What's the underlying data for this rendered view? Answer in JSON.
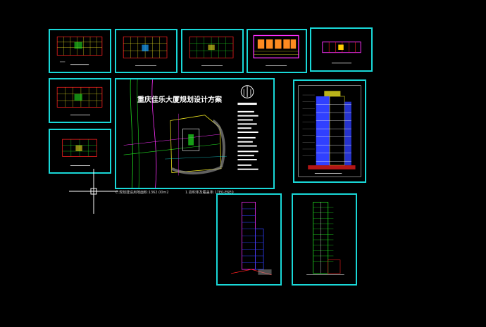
{
  "canvas": {
    "background": "#000000"
  },
  "colors": {
    "frame": "#19d8d8",
    "red_line": "#ff2020",
    "yellow_line": "#e8e020",
    "green_line": "#20e020",
    "magenta_line": "#ff30ff",
    "blue_fill": "#3040ff",
    "white_text": "#ffffff"
  },
  "drawings": {
    "main_title": "重庆佳乐大厦规划设计方案"
  },
  "notes": {
    "left": "C.规划建设用地面积:1362.00m2",
    "right": "1.容积率及覆盖率:17E0-E6E0"
  },
  "cursor": {
    "icon": "crosshair-cursor-icon"
  }
}
